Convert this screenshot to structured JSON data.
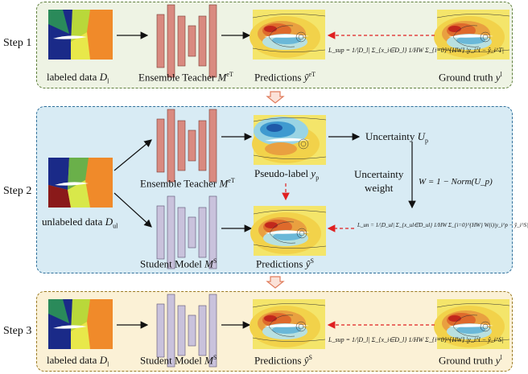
{
  "steps": {
    "s1": "Step 1",
    "s2": "Step 2",
    "s3": "Step 3"
  },
  "step1": {
    "labeled_data": "labeled data",
    "labeled_sym": "D",
    "labeled_sub": "l",
    "teacher": "Ensemble Teacher",
    "teacher_sym": "M",
    "teacher_sup": "eT",
    "predictions": "Predictions",
    "pred_sym": "ŷ",
    "pred_sup": "eT",
    "ground_truth": "Ground truth",
    "gt_sym": "y",
    "gt_sup": "l",
    "loss": "L_sup = 1/|D_l| Σ_{x_i∈D_l} 1/HW Σ_{i=0}^{HW} |y_i^l − ŷ_i^T|"
  },
  "step2": {
    "unlabeled_data": "unlabeled data",
    "unlabeled_sym": "D",
    "unlabeled_sub": "ul",
    "teacher": "Ensemble Teacher",
    "teacher_sym": "M",
    "teacher_sup": "eT",
    "pseudo_label": "Pseudo-label",
    "pseudo_sym": "y",
    "pseudo_sub": "p",
    "uncertainty": "Uncertainty",
    "unc_sym": "U",
    "unc_sub": "p",
    "unc_weight_1": "Uncertainty",
    "unc_weight_2": "weight",
    "weight_formula": "W = 1 − Norm(U_p)",
    "student": "Student Model",
    "student_sym": "M",
    "student_sup": "S",
    "predictions": "Predictions",
    "pred_sym": "ŷ",
    "pred_sup": "S",
    "loss": "L_un = 1/|D_ul| Σ_{x_ul∈D_ul} 1/HW Σ_{i=0}^{HW} W(i)|y_i^p − ŷ_i^S|"
  },
  "step3": {
    "labeled_data": "labeled data",
    "labeled_sym": "D",
    "labeled_sub": "l",
    "student": "Student Model",
    "student_sym": "M",
    "student_sup": "S",
    "predictions": "Predictions",
    "pred_sym": "ŷ",
    "pred_sup": "S",
    "ground_truth": "Ground truth",
    "gt_sym": "y",
    "gt_sup": "l",
    "loss": "L_sup = 1/|D_l| Σ_{x_i∈D_l} 1/HW Σ_{i=0}^{HW} |y_i^l − ŷ_i^S|"
  },
  "colors": {
    "step1_bg": "#eef3e4",
    "step1_border": "#5e7f3c",
    "step2_bg": "#d8ebf4",
    "step2_border": "#2e6f9a",
    "step3_bg": "#fbf1d6",
    "step3_border": "#9a7a22",
    "teacher_block": "#d98a80",
    "student_block": "#c9c2dc",
    "down_arrow": "#e07c5c",
    "dashed_red": "#e02020"
  }
}
